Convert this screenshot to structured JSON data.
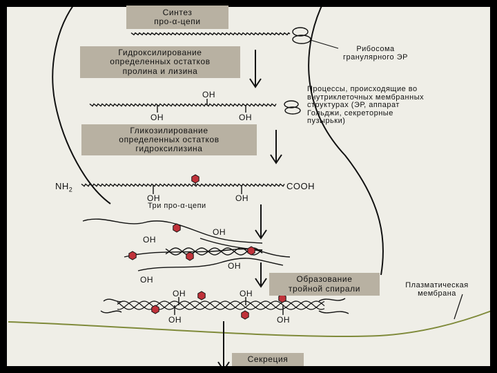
{
  "colors": {
    "background": "#efeee7",
    "frame": "#000000",
    "box_fill": "#b8b1a2",
    "sugar_fill": "#c0323a",
    "line": "#111111",
    "membrane_green": "#7f8a3a"
  },
  "boxes": {
    "synthesis": [
      "Синтез",
      "про-α-цепи"
    ],
    "hydroxylation": [
      "Гидроксилирование",
      "определенных остатков",
      "пролина и лизина"
    ],
    "glycosylation": [
      "Гликозилирование",
      "определенных остатков",
      "гидроксилизина"
    ],
    "triple_helix": [
      "Образование",
      "тройной спирали"
    ],
    "secretion": [
      "Секреция"
    ]
  },
  "labels": {
    "ribosome": [
      "Рибосома",
      "гранулярного ЭР"
    ],
    "processes": [
      "Процессы, происходящие во",
      "внутриклеточных мембранных",
      "структурах (ЭР, аппарат",
      "Гольджи, секреторные",
      "пузырьки)"
    ],
    "membrane": [
      "Плазматическая",
      "мембрана"
    ],
    "three_chains": "Три про-α-цепи"
  },
  "chem": {
    "oh": "OH",
    "nh2": "NH",
    "nh2_sub": "2",
    "cooh": "COOH"
  },
  "icons": [
    "ribosome-icon",
    "sugar-hexagon-icon",
    "down-arrow-icon"
  ]
}
